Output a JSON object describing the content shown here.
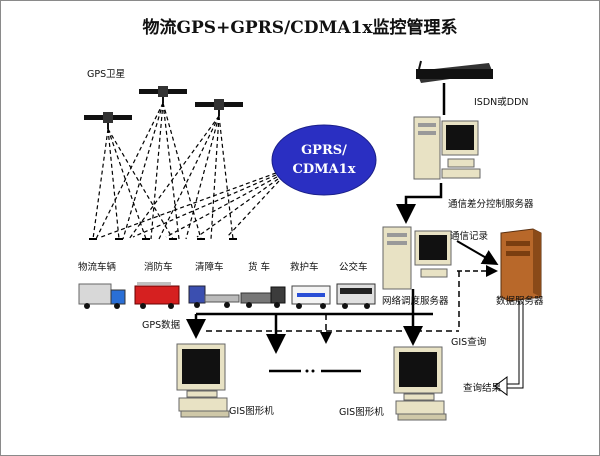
{
  "title": "物流GPS+GPRS/CDMA1x监控管理系",
  "satellite_label": "GPS卫星",
  "network_cloud": {
    "line1": "GPRS/",
    "line2": "CDMA1x"
  },
  "vehicles": [
    {
      "label": "物流车辆",
      "icon": "truck-icon"
    },
    {
      "label": "消防车",
      "icon": "fire-truck-icon"
    },
    {
      "label": "清障车",
      "icon": "tow-truck-icon"
    },
    {
      "label": "货 车",
      "icon": "cargo-truck-icon"
    },
    {
      "label": "救护车",
      "icon": "ambulance-icon"
    },
    {
      "label": "公交车",
      "icon": "bus-icon"
    }
  ],
  "isdn_label": "ISDN或DDN",
  "comm_server_label": "通信差分控制服务器",
  "dispatch_server_label": "网络调度服务器",
  "comm_record_label": "通信记录",
  "data_server_label": "数据服务器",
  "gps_data_label": "GPS数据",
  "gis_query_label": "GIS查询",
  "query_result_label": "查询结果",
  "gis_terminals": [
    {
      "label": "GIS图形机"
    },
    {
      "label": "GIS图形机"
    }
  ],
  "colors": {
    "cloud": "#2a2fc2",
    "line": "#000000",
    "monitor": "#1a1a1a",
    "beige": "#e8e2c4"
  }
}
